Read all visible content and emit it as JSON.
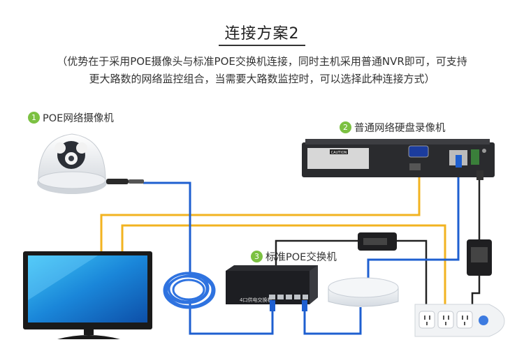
{
  "header": {
    "title": "连接方案2",
    "subtitle_line1": "（优势在于采用POE摄像头与标准POE交换机连接，同时主机采用普通NVR即可，可支持",
    "subtitle_line2": "更大路数的网络监控组合，当需要大路数监控时，可以选择此种连接方式）"
  },
  "labels": {
    "camera": {
      "num": "1",
      "text": "POE网络摄像机"
    },
    "nvr": {
      "num": "2",
      "text": "普通网络硬盘录像机"
    },
    "switch": {
      "num": "3",
      "text": "标准POE交换机"
    }
  },
  "colors": {
    "accent_green": "#7cc142",
    "cable_blue": "#1e5fd0",
    "cable_yellow": "#f2b320",
    "cable_black": "#222222"
  },
  "device_text": {
    "nvr_caution": "CAUTION",
    "switch_name": "4口供电交换机"
  }
}
